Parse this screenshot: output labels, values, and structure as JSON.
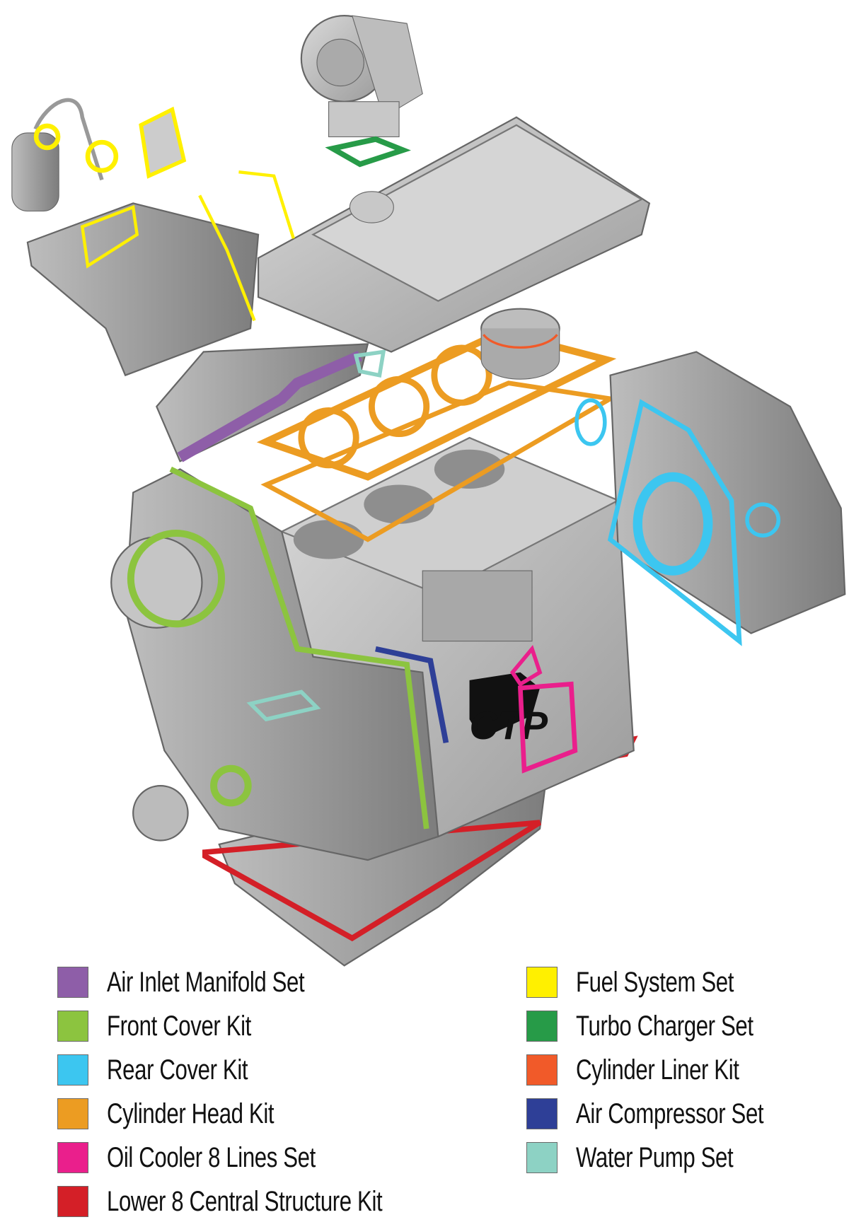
{
  "logo_text": "CTP",
  "legend": [
    {
      "label": "Air Inlet Manifold Set",
      "color": "#8e5ea8"
    },
    {
      "label": "Front Cover Kit",
      "color": "#8cc43f"
    },
    {
      "label": "Rear Cover Kit",
      "color": "#3cc6f0"
    },
    {
      "label": "Cylinder Head Kit",
      "color": "#ec9c22"
    },
    {
      "label": "Oil Cooler 8 Lines Set",
      "color": "#ea1f8c"
    },
    {
      "label": "Lower 8 Central Structure Kit",
      "color": "#d41f27"
    },
    {
      "label": "Fuel System Set",
      "color": "#fff000"
    },
    {
      "label": "Turbo Charger Set",
      "color": "#279b48"
    },
    {
      "label": "Cylinder Liner Kit",
      "color": "#f15a29"
    },
    {
      "label": "Air Compressor Set",
      "color": "#2e3f97"
    },
    {
      "label": "Water Pump Set",
      "color": "#8dd2c4"
    }
  ]
}
